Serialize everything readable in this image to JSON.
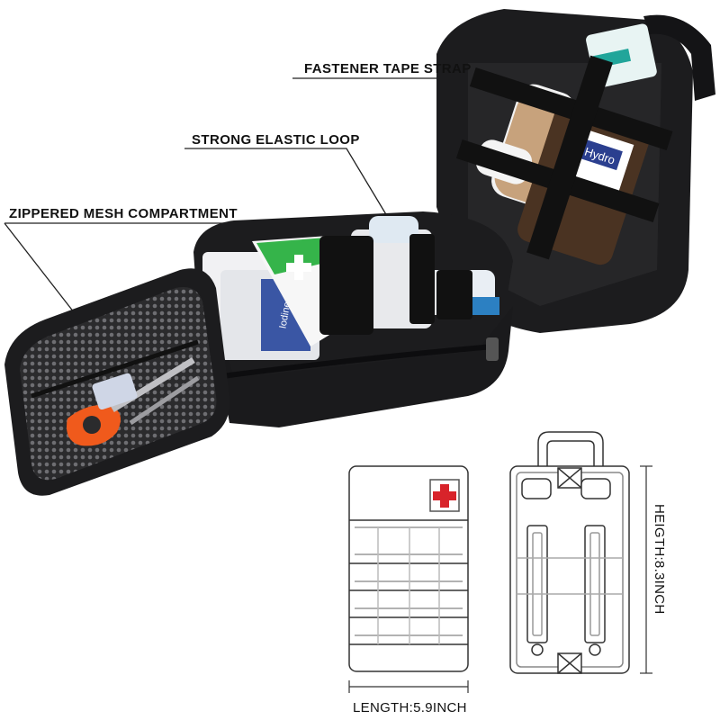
{
  "callouts": {
    "fastener": "FASTENER TAPE STRAP",
    "elastic": "STRONG ELASTIC LOOP",
    "zipper": "ZIPPERED MESH COMPARTMENT"
  },
  "dimensions": {
    "length": "LENGTH:5.9INCH",
    "height": "HEIGTH:8.3INCH"
  },
  "product_labels": {
    "bottle": "Hydro",
    "packet": "Iodine"
  },
  "colors": {
    "pouch": "#1c1c1e",
    "mesh": "#2a2a2c",
    "cross": "#d8232a",
    "shears": "#f05a1c",
    "tape": "#c7a27c",
    "green_pack": "#35b44a"
  }
}
